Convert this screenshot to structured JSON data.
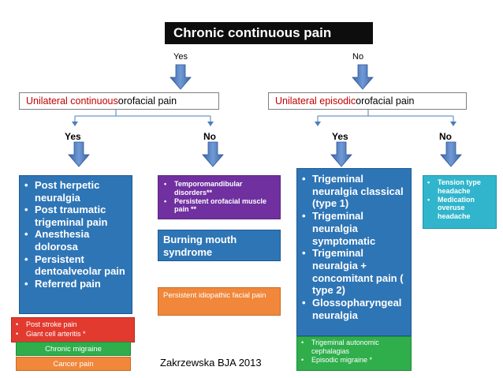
{
  "title": "Chronic continuous pain",
  "branch_labels": {
    "top_yes": "Yes",
    "top_no": "No",
    "left_yes": "Yes",
    "left_no": "No",
    "right_yes": "Yes",
    "right_no": "No"
  },
  "left_header": {
    "prefix": "Unilateral continuous",
    "suffix": " orofacial pain"
  },
  "right_header": {
    "prefix": "Unilateral episodic",
    "suffix": " orofacial pain"
  },
  "boxes": {
    "continuous_yes": [
      "Post herpetic neuralgia",
      "Post traumatic trigeminal pain",
      "Anesthesia dolorosa",
      "Persistent dentoalveolar pain",
      "Referred pain"
    ],
    "continuous_no": [
      "Temporomandibular disorders**",
      "Persistent orofacial muscle pain **"
    ],
    "burning_mouth": "Burning mouth syndrome",
    "persistent_idiopathic": "Persistent idiopathic facial pain",
    "episodic_yes": [
      "Trigeminal neuralgia classical (type 1)",
      "Trigeminal neuralgia symptomatic",
      "Trigeminal neuralgia + concomitant pain ( type 2)",
      "Glossopharyngeal neuralgia"
    ],
    "episodic_no": [
      "Tension type headache",
      "Medication overuse headache"
    ],
    "central": [
      "Post stroke pain",
      "Giant cell arteritis *"
    ],
    "chronic_migraine": "Chronic migraine",
    "cancer_pain": "Cancer pain",
    "autonomic": [
      "Trigeminal autonomic cephalagias",
      "Episodic migraine *"
    ]
  },
  "citation": "Zakrzewska BJA 2013",
  "colors": {
    "blue": "#2e75b6",
    "purple": "#7030a0",
    "teal": "#31b5cc",
    "red": "#e23a2f",
    "green": "#2fae4b",
    "orange": "#f0873b",
    "accent_red_text": "#c00000",
    "connector": "#4a7ebb"
  }
}
